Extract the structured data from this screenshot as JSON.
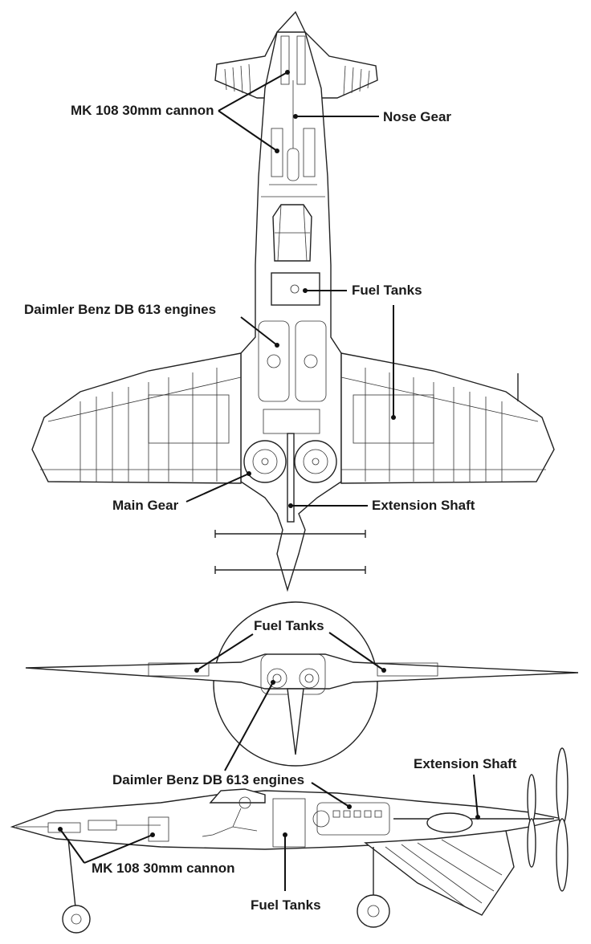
{
  "labels": {
    "mk108_top": "MK 108 30mm cannon",
    "nose_gear": "Nose Gear",
    "fuel_tanks_top": "Fuel Tanks",
    "db613_top": "Daimler Benz DB 613 engines",
    "main_gear": "Main Gear",
    "extension_shaft_top": "Extension Shaft",
    "fuel_tanks_front": "Fuel Tanks",
    "extension_shaft_side": "Extension Shaft",
    "db613_side": "Daimler Benz DB 613 engines",
    "mk108_side": "MK 108 30mm cannon",
    "fuel_tanks_side": "Fuel Tanks"
  },
  "colors": {
    "line": "#222222",
    "text": "#1a1a1a",
    "background": "#ffffff"
  }
}
